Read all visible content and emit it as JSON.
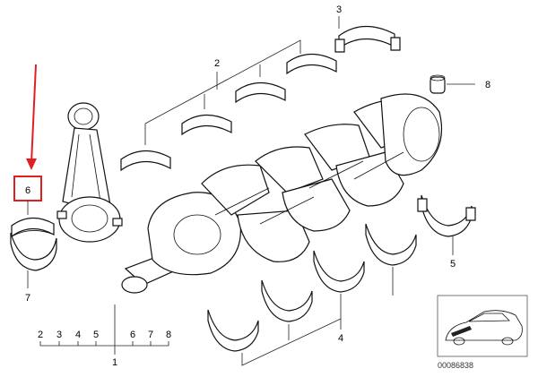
{
  "callouts": {
    "c1": "1",
    "c2": "2",
    "c3": "3",
    "c4": "4",
    "c5": "5",
    "c6": "6",
    "c7": "7",
    "c8": "8"
  },
  "index_row": [
    "2",
    "3",
    "4",
    "5",
    "6",
    "7",
    "8"
  ],
  "reference_code": "00086838",
  "colors": {
    "highlight": "#e02020",
    "line": "#111111"
  },
  "icons": [
    "car-thumbnail-icon"
  ]
}
